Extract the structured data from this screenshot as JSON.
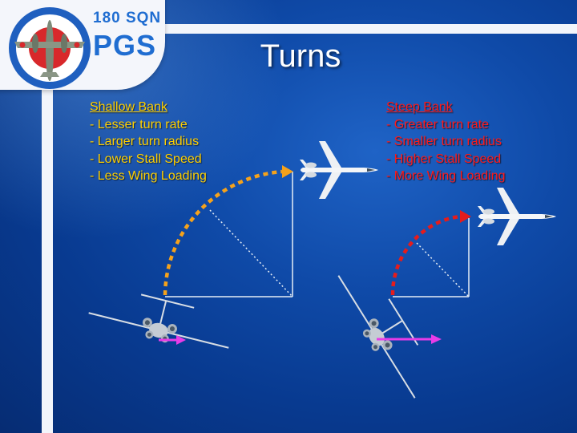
{
  "logo": {
    "squadron": "180 SQN",
    "acronym": "PGS"
  },
  "title": "Turns",
  "shallow": {
    "heading": "Shallow Bank",
    "items": [
      "- Lesser turn rate",
      "- Larger turn radius",
      "- Lower Stall Speed",
      "- Less Wing Loading"
    ]
  },
  "steep": {
    "heading": "Steep Bank",
    "items": [
      "- Greater turn rate",
      "- Smaller turn radius",
      "- Higher Stall Speed",
      "- More Wing Loading"
    ]
  },
  "colors": {
    "background": "#0f4aa8",
    "shallow_text": "#ffd000",
    "steep_text": "#ff1a1a",
    "shallow_arc": "#f5a21b",
    "steep_arc": "#e51c1c",
    "arrow": "#e83ce8",
    "bars": "#f2f5fb",
    "logo_text": "#1f6dd1"
  }
}
